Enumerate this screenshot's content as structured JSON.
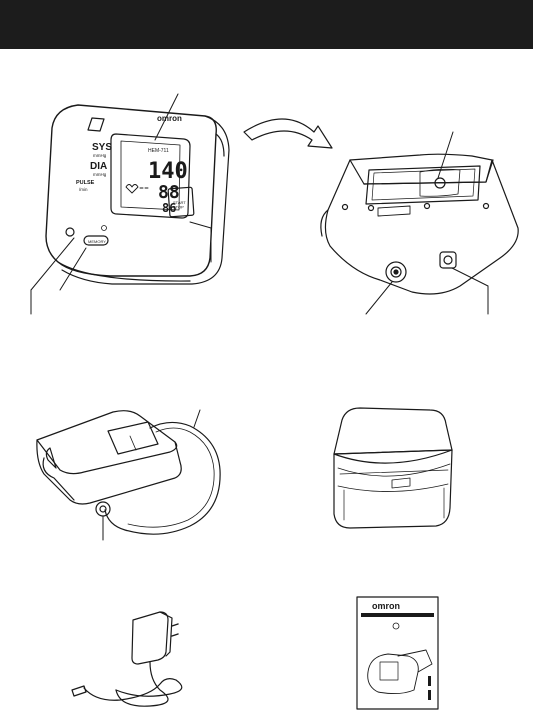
{
  "header": {
    "bar_color": "#1c1c1c",
    "text": ""
  },
  "monitor": {
    "brand": "omron",
    "model": "HEM-711",
    "systolic_label": "SYS",
    "systolic_unit": "mmHg",
    "diastolic_label": "DIA",
    "diastolic_unit": "mmHg",
    "pulse_label": "PULSE",
    "pulse_unit": "/min",
    "systolic_value": "140",
    "diastolic_value": "88",
    "pulse_value": "86",
    "start_button_label": "START\nSTOP",
    "memory_button_label": "MEMORY"
  },
  "manual": {
    "brand": "omron"
  },
  "icons": {
    "arrow": "curved-arrow-icon",
    "heart": "heart-logo-icon"
  }
}
